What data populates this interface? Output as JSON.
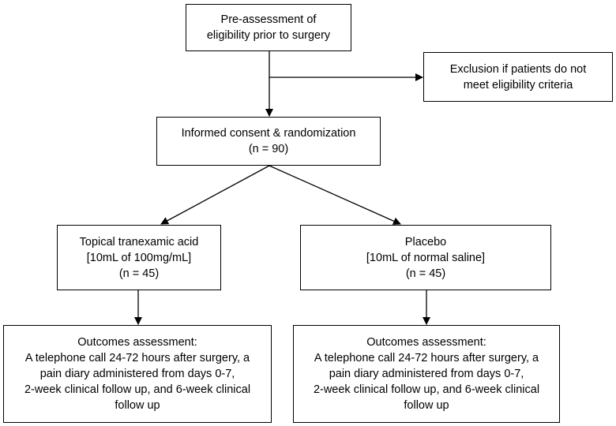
{
  "boxes": {
    "pre_assessment": {
      "lines": [
        "Pre-assessment of",
        "eligibility prior to surgery"
      ]
    },
    "exclusion": {
      "lines": [
        "Exclusion if patients do not",
        "meet eligibility criteria"
      ]
    },
    "consent": {
      "lines": [
        "Informed consent & randomization",
        "(n = 90)"
      ]
    },
    "tranexamic": {
      "lines": [
        "Topical tranexamic acid",
        "[10mL of 100mg/mL]",
        "(n = 45)"
      ]
    },
    "placebo": {
      "lines": [
        "Placebo",
        "[10mL of normal saline]",
        "(n = 45)"
      ]
    },
    "outcomes_left": {
      "lines": [
        "Outcomes assessment:",
        "A telephone call 24-72 hours after surgery, a",
        "pain diary administered from days 0-7,",
        "2-week clinical follow up, and 6-week clinical",
        "follow up"
      ]
    },
    "outcomes_right": {
      "lines": [
        "Outcomes assessment:",
        "A telephone call 24-72 hours after surgery, a",
        "pain diary administered from days 0-7,",
        "2-week clinical follow up, and 6-week clinical",
        "follow up"
      ]
    }
  },
  "colors": {
    "border": "#000000",
    "text": "#000000",
    "background": "#ffffff"
  }
}
